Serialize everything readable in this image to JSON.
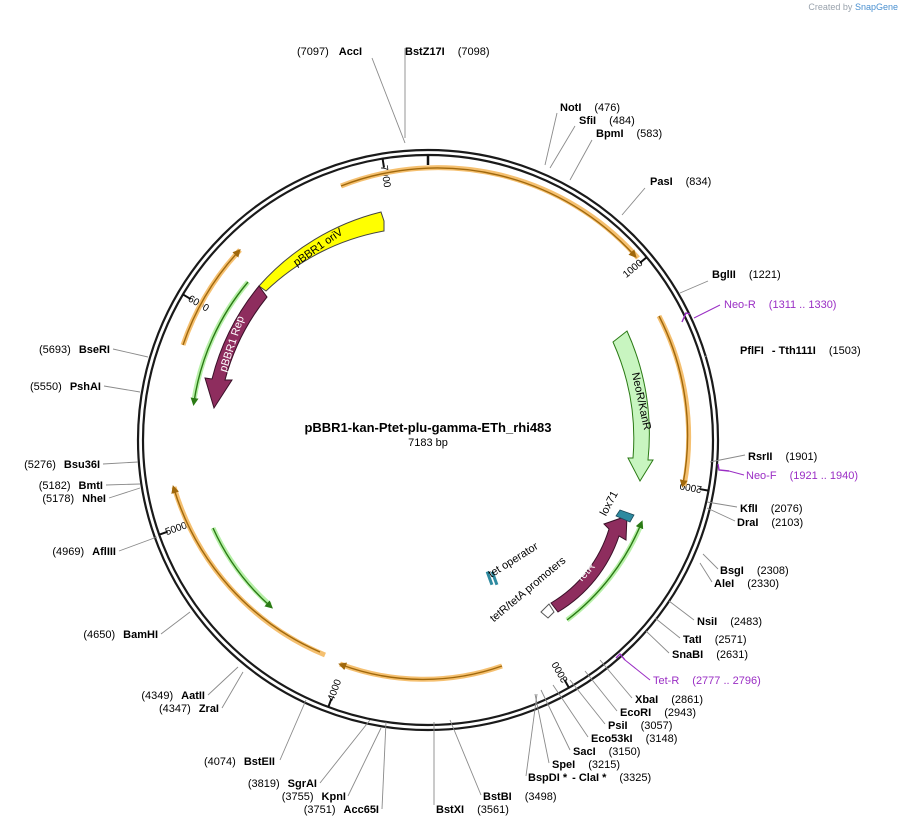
{
  "watermark": {
    "prefix": "Created by",
    "brand": "SnapGene"
  },
  "plasmid": {
    "name": "pBBR1-kan-Ptet-plu-gamma-ETh_rhi483",
    "length_label": "7183 bp",
    "length": 7183
  },
  "ticks": [
    {
      "bp": 1000,
      "label": "1000"
    },
    {
      "bp": 2000,
      "label": "2000"
    },
    {
      "bp": 3000,
      "label": "3000"
    },
    {
      "bp": 4000,
      "label": "4000"
    },
    {
      "bp": 5000,
      "label": "5000"
    },
    {
      "bp": 6000,
      "label": "6000"
    },
    {
      "bp": 7000,
      "label": "7000"
    }
  ],
  "sites_right": [
    {
      "name": "NotI",
      "pos": "(476)"
    },
    {
      "name": "SfiI",
      "pos": "(484)"
    },
    {
      "name": "BpmI",
      "pos": "(583)"
    },
    {
      "name": "PasI",
      "pos": "(834)"
    },
    {
      "name": "BglII",
      "pos": "(1221)"
    },
    {
      "name": "PflFI",
      "extra": "- Tth111I",
      "pos": "(1503)"
    },
    {
      "name": "RsrII",
      "pos": "(1901)"
    },
    {
      "name": "KflI",
      "pos": "(2076)"
    },
    {
      "name": "DraI",
      "pos": "(2103)"
    },
    {
      "name": "BsgI",
      "pos": "(2308)"
    },
    {
      "name": "AleI",
      "pos": "(2330)"
    },
    {
      "name": "NsiI",
      "pos": "(2483)"
    },
    {
      "name": "TatI",
      "pos": "(2571)"
    },
    {
      "name": "SnaBI",
      "pos": "(2631)"
    },
    {
      "name": "XbaI",
      "pos": "(2861)"
    },
    {
      "name": "EcoRI",
      "pos": "(2943)"
    },
    {
      "name": "PsiI",
      "pos": "(3057)"
    },
    {
      "name": "Eco53kI",
      "pos": "(3148)"
    },
    {
      "name": "SacI",
      "pos": "(3150)"
    },
    {
      "name": "SpeI",
      "pos": "(3215)"
    },
    {
      "name": "BspDI *",
      "extra": "- ClaI *",
      "pos": "(3325)"
    },
    {
      "name": "BstBI",
      "pos": "(3498)"
    }
  ],
  "sites_left": [
    {
      "name": "AccI",
      "pos": "(7097)"
    },
    {
      "name": "BseRI",
      "pos": "(5693)"
    },
    {
      "name": "PshAI",
      "pos": "(5550)"
    },
    {
      "name": "Bsu36I",
      "pos": "(5276)"
    },
    {
      "name": "BmtI",
      "pos": "(5182)"
    },
    {
      "name": "NheI",
      "pos": "(5178)"
    },
    {
      "name": "AflIII",
      "pos": "(4969)"
    },
    {
      "name": "BamHI",
      "pos": "(4650)"
    },
    {
      "name": "AatII",
      "pos": "(4349)"
    },
    {
      "name": "ZraI",
      "pos": "(4347)"
    },
    {
      "name": "BstEII",
      "pos": "(4074)"
    },
    {
      "name": "SgrAI",
      "pos": "(3819)"
    },
    {
      "name": "KpnI",
      "pos": "(3755)"
    },
    {
      "name": "Acc65I",
      "pos": "(3751)"
    }
  ],
  "sites_bottom": [
    {
      "name": "BstZ17I",
      "pos": "(7098)"
    },
    {
      "name": "BstXI",
      "pos": "(3561)"
    }
  ],
  "primers": [
    {
      "name": "Neo-R",
      "pos": "(1311 .. 1330)"
    },
    {
      "name": "Neo-F",
      "pos": "(1921 .. 1940)"
    },
    {
      "name": "Tet-R",
      "pos": "(2777 .. 2796)"
    }
  ],
  "features": {
    "oriV": "pBBR1 oriV",
    "rep": "pBBR1 Rep",
    "neo": "NeoR/KanR",
    "tetR": "TetR",
    "lox": "lox71",
    "tet_operator": "tet operator",
    "tet_promoters": "tetR/tetA promoters"
  },
  "colors": {
    "orf_orange": "#f5c070",
    "orf_dark": "#a0680c",
    "green_light": "#b7f0a8",
    "green_dark": "#2a7a14",
    "oriV": "#ffff00",
    "rep": "#8e2d5e",
    "neo": "#c8f5c0",
    "primer": "#9a2ec4",
    "lox": "#2e8aa0"
  }
}
